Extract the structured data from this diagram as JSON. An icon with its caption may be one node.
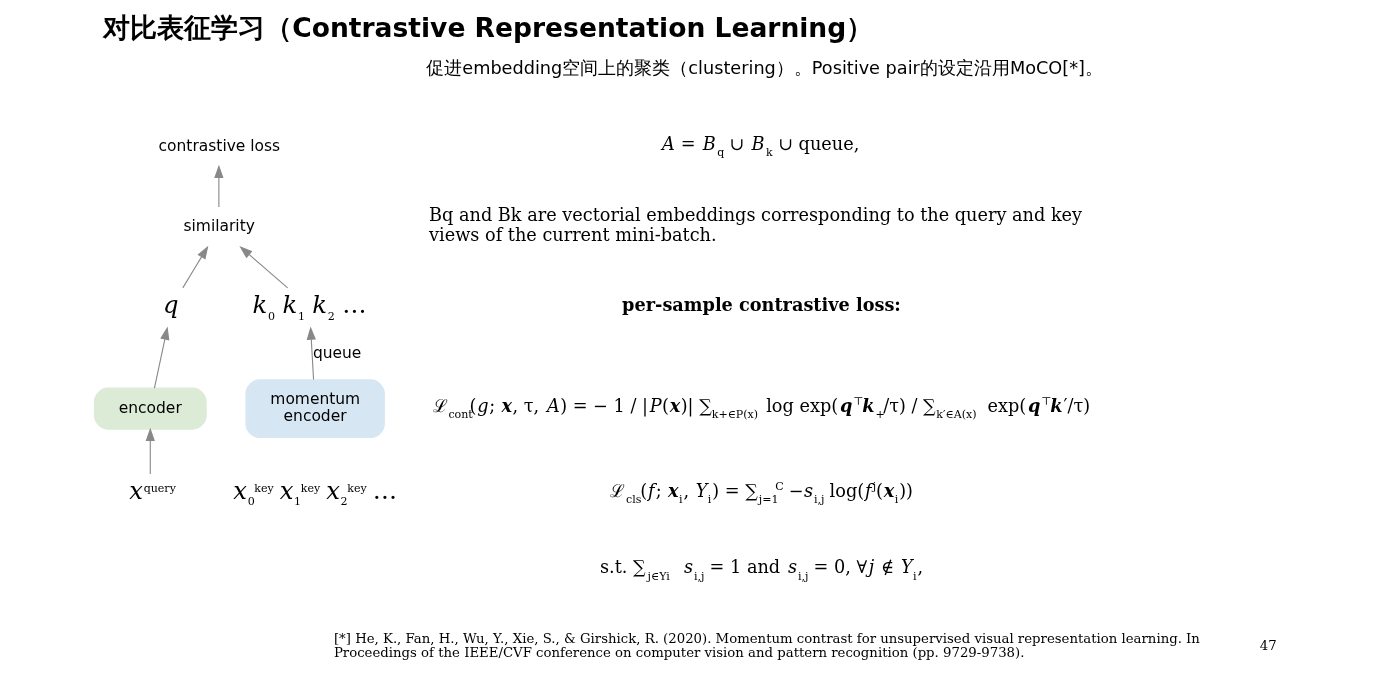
{
  "diagram": {
    "title": "对比表征学习（Contrastive Representation Learning）",
    "nodes": [
      {
        "text": [
          "contrastive loss"
        ]
      },
      {
        "text": [
          "similarity"
        ]
      },
      {
        "text": [
          "*q*"
        ]
      },
      {
        "text": [
          "*k*$_{0}$ *k*$_{1}$ *k*$_{2}$ …"
        ]
      },
      {
        "text": [
          "encoder"
        ]
      },
      {
        "text": [
          "momentum encoder"
        ]
      },
      {
        "text": [
          "*x*$^{query}$"
        ]
      },
      {
        "text": [
          "*x*$_{0}$$^{key}$ *x*$_{1}$$^{key}$ *x*$_{2}$$^{key}$ …"
        ]
      }
    ],
    "edges": [
      {
        "from": 2,
        "to": 1,
        "arrow": "to"
      },
      {
        "from": 3,
        "to": 1,
        "arrow": "to"
      },
      {
        "from": 1,
        "to": 0,
        "arrow": "to"
      },
      {
        "from": 4,
        "to": 2,
        "arrow": "to"
      },
      {
        "from": 5,
        "to": 3,
        "arrow": "to",
        "label": "queue"
      },
      {
        "from": 6,
        "to": 4,
        "arrow": "to"
      }
    ],
    "labels": [
      "促进embedding空间上的聚类（clustering）。Positive pair的设定沿用MoCO[*]。",
      "*A* = *B*$_{q}$ ∪ *B*$_{k}$ ∪ queue,",
      "Bq and Bk are vectorial embeddings corresponding to the query and key views of the current mini-batch.",
      "per-sample contrastive loss:",
      "ℒ$_{cont}$(*g*; **x**, τ, *A*) = − 1 / |*P*(**x**)| ∑$_{k+∈P(x)}$ log exp(**q**$^{⊤}$**k**$_{+}$/τ) / ∑$_{k′∈A(x)}$ exp(**q**$^{⊤}$**k**′/τ)",
      "ℒ$_{cls}$(*f*; **x**$_{i}$, *Y*$_{i}$) = ∑$_{j=1}$$^{C}$ −*s*$_{i,j}$ log(*f*$^{j}$(**x**$_{i}$))",
      "s.t. ∑$_{j∈Yi}$ *s*$_{i,j}$ = 1 and *s*$_{i,j}$ = 0, ∀*j* ∉ *Y*$_{i}$,",
      "[*] He, K., Fan, H., Wu, Y., Xie, S., & Girshick, R. (2020). Momentum contrast for unsupervised visual representation learning. In Proceedings of the IEEE/CVF conference on computer vision and pattern recognition (pp. 9729-9738).",
      "47"
    ]
  }
}
